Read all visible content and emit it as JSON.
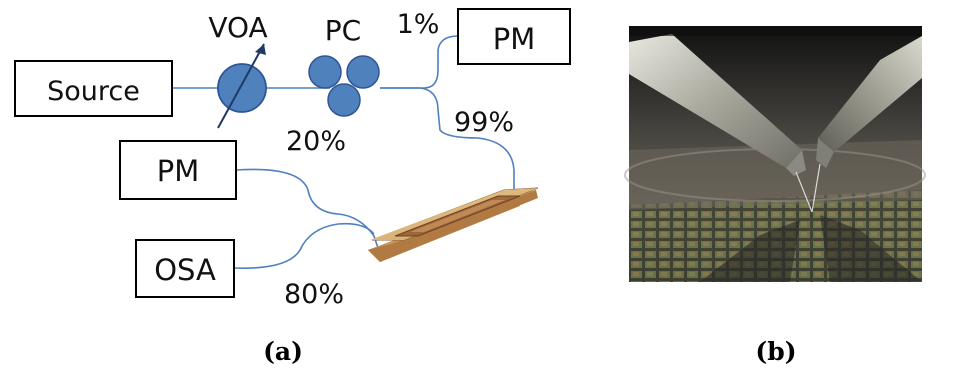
{
  "panel_a": {
    "boxes": {
      "source": "Source",
      "pm_top": "PM",
      "pm_left": "PM",
      "osa": "OSA"
    },
    "components": {
      "voa": "VOA",
      "pc": "PC"
    },
    "ratios": {
      "one_percent": "1%",
      "ninety_nine_percent": "99%",
      "twenty_percent": "20%",
      "eighty_percent": "80%"
    },
    "caption": "(a)"
  },
  "panel_b": {
    "caption": "(b)"
  },
  "colors": {
    "fiber": "#4f81bd",
    "component_fill": "#4f81bd",
    "component_stroke": "#2f5597",
    "chip_body": "#d9ad6a",
    "chip_pad": "#a46a3c"
  }
}
